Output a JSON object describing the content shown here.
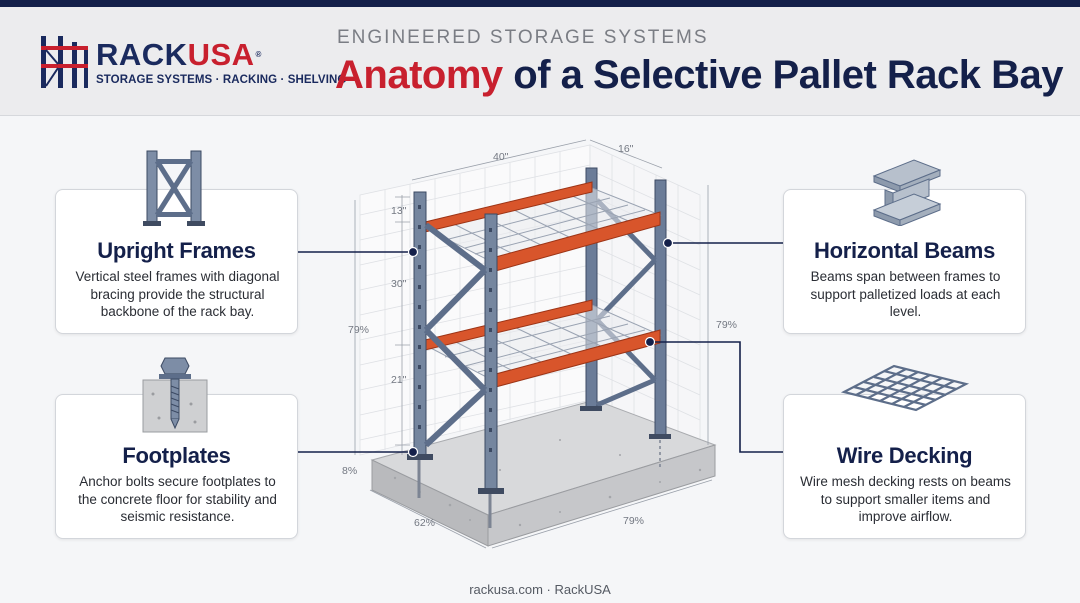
{
  "header": {
    "logo": {
      "name_part1": "RACK",
      "name_part2": "USA",
      "registered": "®",
      "tagline": "STORAGE SYSTEMS · RACKING · SHELVING"
    },
    "kicker": "ENGINEERED STORAGE SYSTEMS",
    "title_accent": "Anatomy",
    "title_rest": " of a Selective Pallet Rack Bay"
  },
  "dimensions": {
    "width": "40\"",
    "depth": "16\"",
    "top_gap": "13\"",
    "level_gap": "30\"",
    "lower_gap": "21\"",
    "height_left": "79%",
    "height_right": "79%",
    "base": "8%",
    "floor_left": "62%",
    "floor_right": "79%"
  },
  "cards": {
    "upright_frames": {
      "title": "Upright Frames",
      "description": "Vertical steel frames with diagonal bracing provide the structural backbone of the rack bay."
    },
    "footplates": {
      "title": "Footplates",
      "description": "Anchor bolts secure footplates to the concrete floor for stability and seismic resistance."
    },
    "horizontal_beams": {
      "title": "Horizontal Beams",
      "description": "Beams span between frames to support palletized loads at each level."
    },
    "wire_decking": {
      "title": "Wire Decking",
      "description": "Wire mesh decking rests on beams to support smaller items and improve airflow."
    }
  },
  "icons": {
    "upright_frames": "upright-frame-icon",
    "footplates": "anchor-bolt-icon",
    "horizontal_beams": "i-beam-icon",
    "wire_decking": "wire-mesh-icon"
  },
  "colors": {
    "navy": "#14204a",
    "red": "#c8202e",
    "steel": "#5d6e8a",
    "beam_orange": "#d8552b",
    "concrete": "#cfd0d2"
  },
  "footer": {
    "text": "rackusa.com · RackUSA"
  }
}
